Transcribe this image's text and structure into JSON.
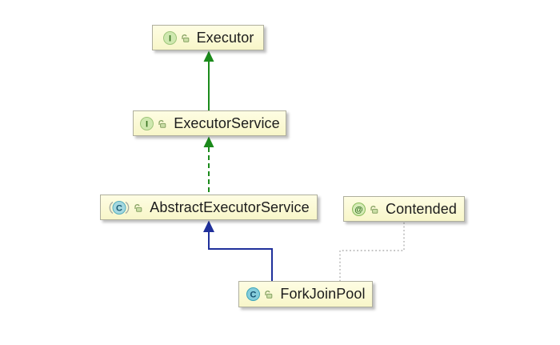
{
  "diagram": {
    "nodes": [
      {
        "id": "executor",
        "label": "Executor",
        "kind": "interface",
        "icon_letter": "I",
        "visibility": "unlocked"
      },
      {
        "id": "executor-service",
        "label": "ExecutorService",
        "kind": "interface",
        "icon_letter": "I",
        "visibility": "unlocked"
      },
      {
        "id": "abstract-executor-service",
        "label": "AbstractExecutorService",
        "kind": "abstract-class",
        "icon_letter": "C",
        "visibility": "unlocked"
      },
      {
        "id": "contended",
        "label": "Contended",
        "kind": "annotation",
        "icon_letter": "@",
        "visibility": "unlocked"
      },
      {
        "id": "fork-join-pool",
        "label": "ForkJoinPool",
        "kind": "class",
        "icon_letter": "C",
        "visibility": "unlocked"
      }
    ],
    "edges": [
      {
        "from": "ExecutorService",
        "to": "Executor",
        "type": "extends",
        "style": "solid-green-arrow"
      },
      {
        "from": "AbstractExecutorService",
        "to": "ExecutorService",
        "type": "implements",
        "style": "dashed-green-arrow"
      },
      {
        "from": "ForkJoinPool",
        "to": "AbstractExecutorService",
        "type": "extends",
        "style": "solid-navy-arrow"
      },
      {
        "from": "ForkJoinPool",
        "to": "Contended",
        "type": "annotated-with",
        "style": "dotted-gray-line"
      }
    ]
  },
  "colors": {
    "canvas-bg": "#FFFFFF",
    "node-fill-top": "#FEFDE3",
    "node-fill-bottom": "#F8F6C9",
    "node-border": "#AFAF9E",
    "node-text": "#1C1C1C",
    "interface-icon-fill": "#CFE8AF",
    "interface-icon-ring": "#9FC67B",
    "interface-icon-letter": "#35701F",
    "class-icon-fill": "#85CDDB",
    "class-icon-ring": "#3AA4BA",
    "class-icon-letter": "#15506E",
    "abstract-icon-fill": "#A4D8E0",
    "abstract-icon-ring": "#55AEBE",
    "abstract-icon-letter": "#1B5B75",
    "abstract-paren": "#A9AEA4",
    "annotation-icon-fill": "#D5EBB6",
    "annotation-icon-ring": "#8ABC5C",
    "annotation-icon-letter": "#2F6B1D",
    "lock-stroke": "#87A263",
    "lock-fill": "#CBDEA6",
    "edge-extends-green": "#1B8A1B",
    "edge-class-navy": "#20309B",
    "edge-annotation-gray": "#B0B0B0"
  }
}
